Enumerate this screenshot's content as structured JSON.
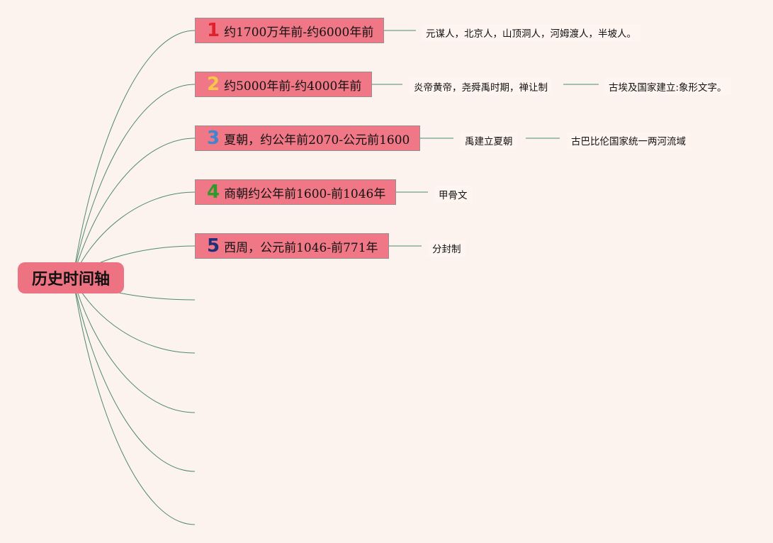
{
  "root": {
    "label": "历史时间轴"
  },
  "colors": {
    "background": "#fdf3ee",
    "node_fill": "#f07886",
    "root_fill": "#ee7382",
    "line": "#4f8a6c"
  },
  "nodes": [
    {
      "number": "1",
      "number_color": "#e0202c",
      "label": "约1700万年前-约6000年前",
      "notes": [
        "元谋人，北京人，山顶洞人，河姆渡人，半坡人。"
      ]
    },
    {
      "number": "2",
      "number_color": "#f4c64a",
      "label": "约5000年前-约4000年前",
      "notes": [
        "炎帝黄帝，尧舜禹时期，禅让制",
        "古埃及国家建立:象形文字。"
      ]
    },
    {
      "number": "3",
      "number_color": "#3e86d2",
      "label": "夏朝，约公年前2070-公元前1600",
      "notes": [
        "禹建立夏朝",
        "古巴比伦国家统一两河流域"
      ]
    },
    {
      "number": "4",
      "number_color": "#2e9a2a",
      "label": "商朝约公年前1600-前1046年",
      "notes": [
        "甲骨文"
      ]
    },
    {
      "number": "5",
      "number_color": "#1f2f7a",
      "label": "西周，公元前1046-前771年",
      "notes": [
        "分封制"
      ]
    }
  ]
}
